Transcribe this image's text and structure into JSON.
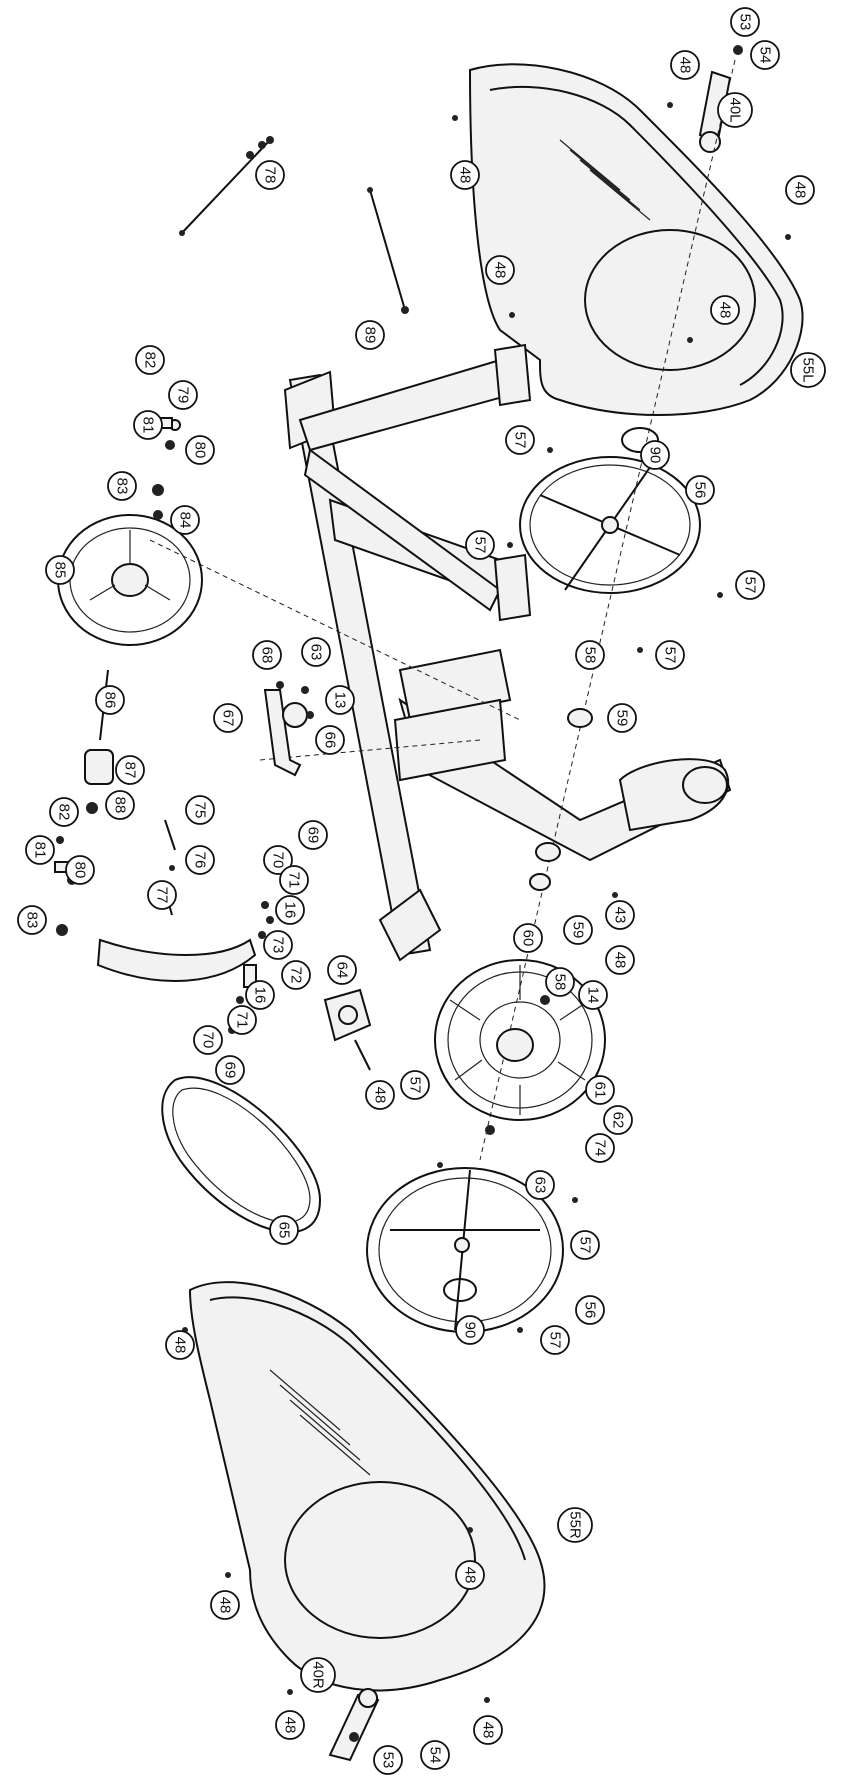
{
  "callouts": [
    {
      "id": "c53-top",
      "label": "53"
    },
    {
      "id": "c54-top",
      "label": "54"
    },
    {
      "id": "c40L",
      "label": "40L"
    },
    {
      "id": "c48-a",
      "label": "48"
    },
    {
      "id": "c48-b",
      "label": "48"
    },
    {
      "id": "c48-c",
      "label": "48"
    },
    {
      "id": "c48-d",
      "label": "48"
    },
    {
      "id": "c48-e",
      "label": "48"
    },
    {
      "id": "c78",
      "label": "78"
    },
    {
      "id": "c89",
      "label": "89"
    },
    {
      "id": "c55L",
      "label": "55L"
    },
    {
      "id": "c57-a",
      "label": "57"
    },
    {
      "id": "c90-top",
      "label": "90"
    },
    {
      "id": "c56-top",
      "label": "56"
    },
    {
      "id": "c57-b",
      "label": "57"
    },
    {
      "id": "c57-c",
      "label": "57"
    },
    {
      "id": "c57-d",
      "label": "57"
    },
    {
      "id": "c58-top",
      "label": "58"
    },
    {
      "id": "c59-top",
      "label": "59"
    },
    {
      "id": "c82-top",
      "label": "82"
    },
    {
      "id": "c79",
      "label": "79"
    },
    {
      "id": "c81-top",
      "label": "81"
    },
    {
      "id": "c80-top",
      "label": "80"
    },
    {
      "id": "c83-top",
      "label": "83"
    },
    {
      "id": "c84",
      "label": "84"
    },
    {
      "id": "c85",
      "label": "85"
    },
    {
      "id": "c86",
      "label": "86"
    },
    {
      "id": "c87",
      "label": "87"
    },
    {
      "id": "c88",
      "label": "88"
    },
    {
      "id": "c82-bot",
      "label": "82"
    },
    {
      "id": "c81-bot",
      "label": "81"
    },
    {
      "id": "c80-bot",
      "label": "80"
    },
    {
      "id": "c83-bot",
      "label": "83"
    },
    {
      "id": "c68",
      "label": "68"
    },
    {
      "id": "c63-top",
      "label": "63"
    },
    {
      "id": "c13",
      "label": "13"
    },
    {
      "id": "c67",
      "label": "67"
    },
    {
      "id": "c66",
      "label": "66"
    },
    {
      "id": "c75",
      "label": "75"
    },
    {
      "id": "c76",
      "label": "76"
    },
    {
      "id": "c77",
      "label": "77"
    },
    {
      "id": "c69-top",
      "label": "69"
    },
    {
      "id": "c70-top",
      "label": "70"
    },
    {
      "id": "c71-top",
      "label": "71"
    },
    {
      "id": "c16-top",
      "label": "16"
    },
    {
      "id": "c73",
      "label": "73"
    },
    {
      "id": "c72",
      "label": "72"
    },
    {
      "id": "c16-bot",
      "label": "16"
    },
    {
      "id": "c71-bot",
      "label": "71"
    },
    {
      "id": "c70-bot",
      "label": "70"
    },
    {
      "id": "c69-bot",
      "label": "69"
    },
    {
      "id": "c64",
      "label": "64"
    },
    {
      "id": "c48-f",
      "label": "48"
    },
    {
      "id": "c43",
      "label": "43"
    },
    {
      "id": "c48-g",
      "label": "48"
    },
    {
      "id": "c60",
      "label": "60"
    },
    {
      "id": "c59-bot",
      "label": "59"
    },
    {
      "id": "c58-bot",
      "label": "58"
    },
    {
      "id": "c14",
      "label": "14"
    },
    {
      "id": "c61",
      "label": "61"
    },
    {
      "id": "c62",
      "label": "62"
    },
    {
      "id": "c74",
      "label": "74"
    },
    {
      "id": "c63-bot",
      "label": "63"
    },
    {
      "id": "c57-e",
      "label": "57"
    },
    {
      "id": "c65",
      "label": "65"
    },
    {
      "id": "c57-f",
      "label": "57"
    },
    {
      "id": "c56-bot",
      "label": "56"
    },
    {
      "id": "c90-bot",
      "label": "90"
    },
    {
      "id": "c57-g",
      "label": "57"
    },
    {
      "id": "c48-h",
      "label": "48"
    },
    {
      "id": "c55R",
      "label": "55R"
    },
    {
      "id": "c48-i",
      "label": "48"
    },
    {
      "id": "c48-j",
      "label": "48"
    },
    {
      "id": "c40R",
      "label": "40R"
    },
    {
      "id": "c48-k",
      "label": "48"
    },
    {
      "id": "c48-l",
      "label": "48"
    },
    {
      "id": "c54-bot",
      "label": "54"
    },
    {
      "id": "c53-bot",
      "label": "53"
    }
  ]
}
